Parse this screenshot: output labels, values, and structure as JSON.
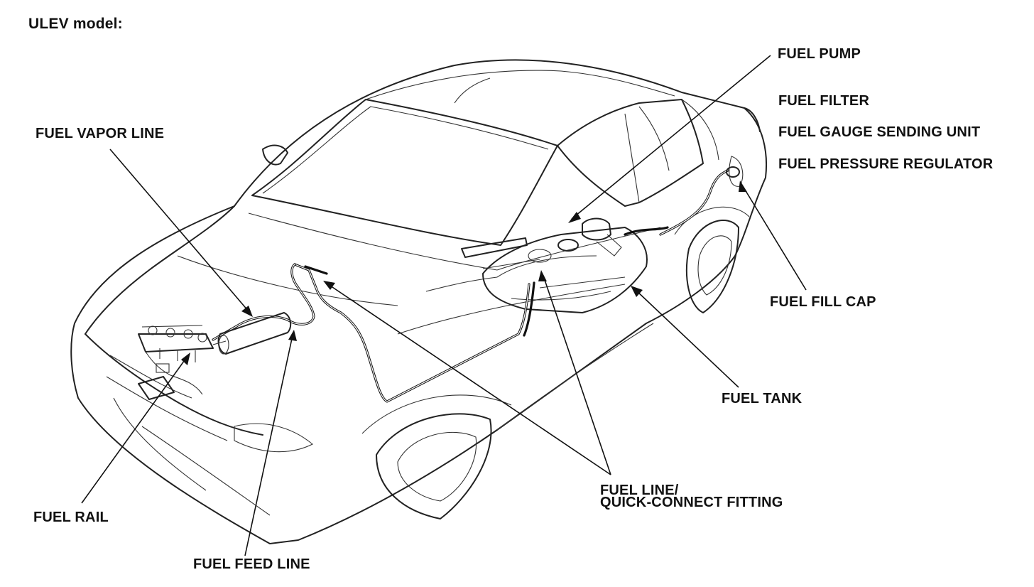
{
  "title": "ULEV model:",
  "labels": {
    "fuel_pump": "FUEL PUMP",
    "fuel_filter": "FUEL FILTER",
    "fuel_gauge_sending_unit": "FUEL GAUGE SENDING UNIT",
    "fuel_pressure_regulator": "FUEL PRESSURE REGULATOR",
    "fuel_vapor_line": "FUEL VAPOR LINE",
    "fuel_fill_cap": "FUEL FILL CAP",
    "fuel_tank": "FUEL TANK",
    "fuel_line_quick_connect_line1": "FUEL LINE/",
    "fuel_line_quick_connect_line2": "QUICK-CONNECT FITTING",
    "fuel_rail": "FUEL RAIL",
    "fuel_feed_line": "FUEL FEED LINE"
  },
  "colors": {
    "ink": "#111111",
    "background": "#ffffff"
  }
}
